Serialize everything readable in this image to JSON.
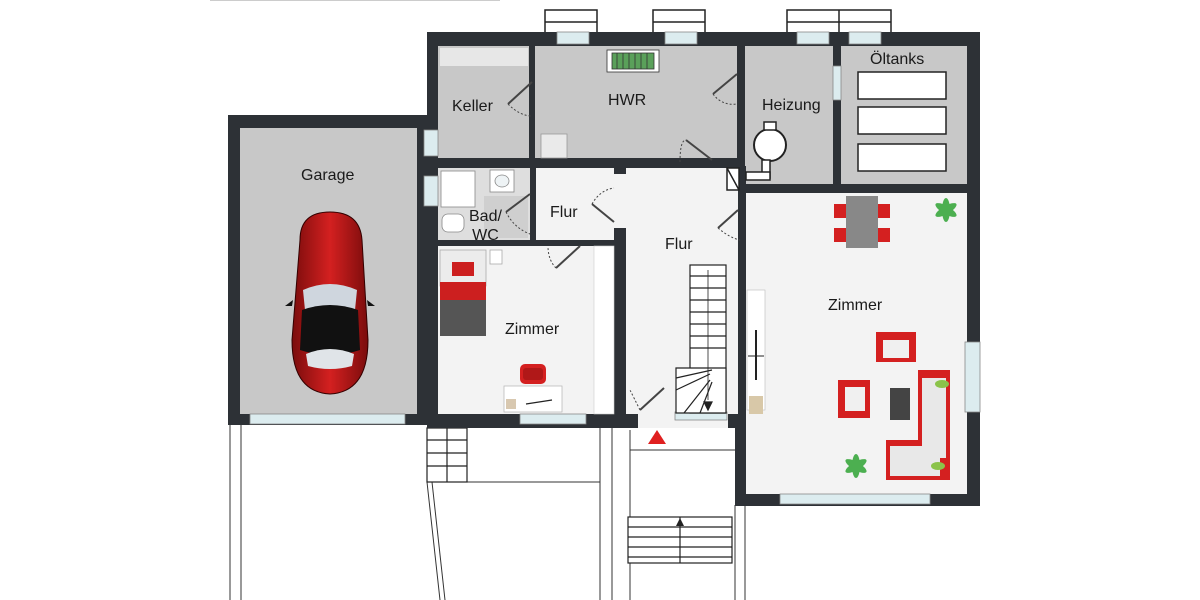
{
  "plan": {
    "rooms": [
      {
        "id": "garage",
        "label": "Garage"
      },
      {
        "id": "keller",
        "label": "Keller"
      },
      {
        "id": "hwr",
        "label": "HWR"
      },
      {
        "id": "heizung",
        "label": "Heizung"
      },
      {
        "id": "oeltanks",
        "label": "Öltanks"
      },
      {
        "id": "bad",
        "label": "Bad/\nWC"
      },
      {
        "id": "flur-small",
        "label": "Flur"
      },
      {
        "id": "flur-main",
        "label": "Flur"
      },
      {
        "id": "zimmer-left",
        "label": "Zimmer"
      },
      {
        "id": "zimmer-right",
        "label": "Zimmer"
      }
    ]
  },
  "colors": {
    "wall": "#2d3136",
    "room_grey": "#c8c8c8",
    "room_light": "#f3f3f3",
    "window": "#dcecef",
    "accent_red": "#e02020",
    "plant": "#4caf50"
  }
}
